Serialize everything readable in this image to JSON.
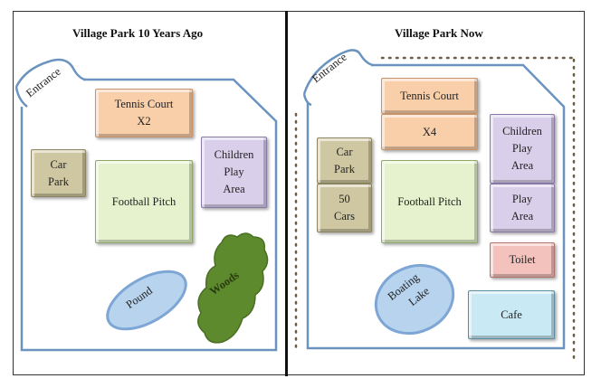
{
  "left": {
    "title": "Village Park 10 Years Ago",
    "entrance": "Entrance",
    "tennis": [
      "Tennis Court",
      "X2"
    ],
    "car_park": [
      "Car",
      "Park"
    ],
    "football": "Football Pitch",
    "children": [
      "Children",
      "Play",
      "Area"
    ],
    "pond": "Pound",
    "woods": "Woods"
  },
  "right": {
    "title": "Village Park Now",
    "entrance": "Entrance",
    "tennis_top": "Tennis Court",
    "tennis_count": "X4",
    "car_park": [
      "Car",
      "Park"
    ],
    "car_capacity": [
      "50",
      "Cars"
    ],
    "football": "Football Pitch",
    "children": [
      "Children",
      "Play",
      "Area"
    ],
    "play_area": [
      "Play",
      "Area"
    ],
    "toilet": "Toilet",
    "lake": [
      "Boating",
      "Lake"
    ],
    "cafe": "Cafe"
  },
  "colors": {
    "boundary": "#6b93c0",
    "woods": "#5e8a2e",
    "pond": "#b7d3ee"
  }
}
